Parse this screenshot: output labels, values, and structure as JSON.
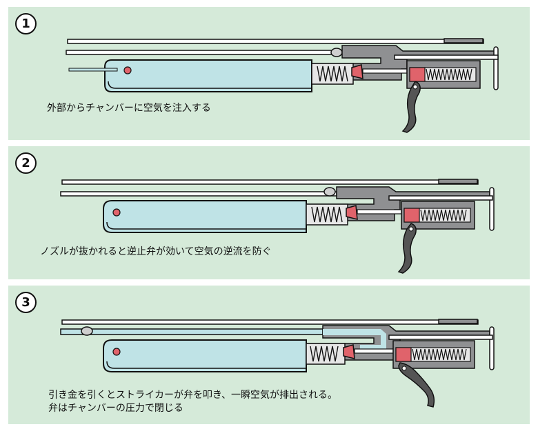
{
  "panels": [
    {
      "number": "1",
      "caption": [
        "外部からチャンバーに空気を注入する"
      ]
    },
    {
      "number": "2",
      "caption": [
        "ノズルが抜かれると逆止弁が効いて空気の逆流を防ぐ"
      ]
    },
    {
      "number": "3",
      "caption": [
        "引き金を引くとストライカーが弁を叩き、一瞬空気が排出される。",
        "弁はチャンバーの圧力で閉じる"
      ]
    }
  ],
  "colors": {
    "panel_bg": "#d5ead9",
    "air": "#bfe3e6",
    "valve_red": "#e0636b",
    "metal_gray": "#8f9092",
    "outline": "#111111",
    "spring_bg": "#e6e6e6"
  }
}
